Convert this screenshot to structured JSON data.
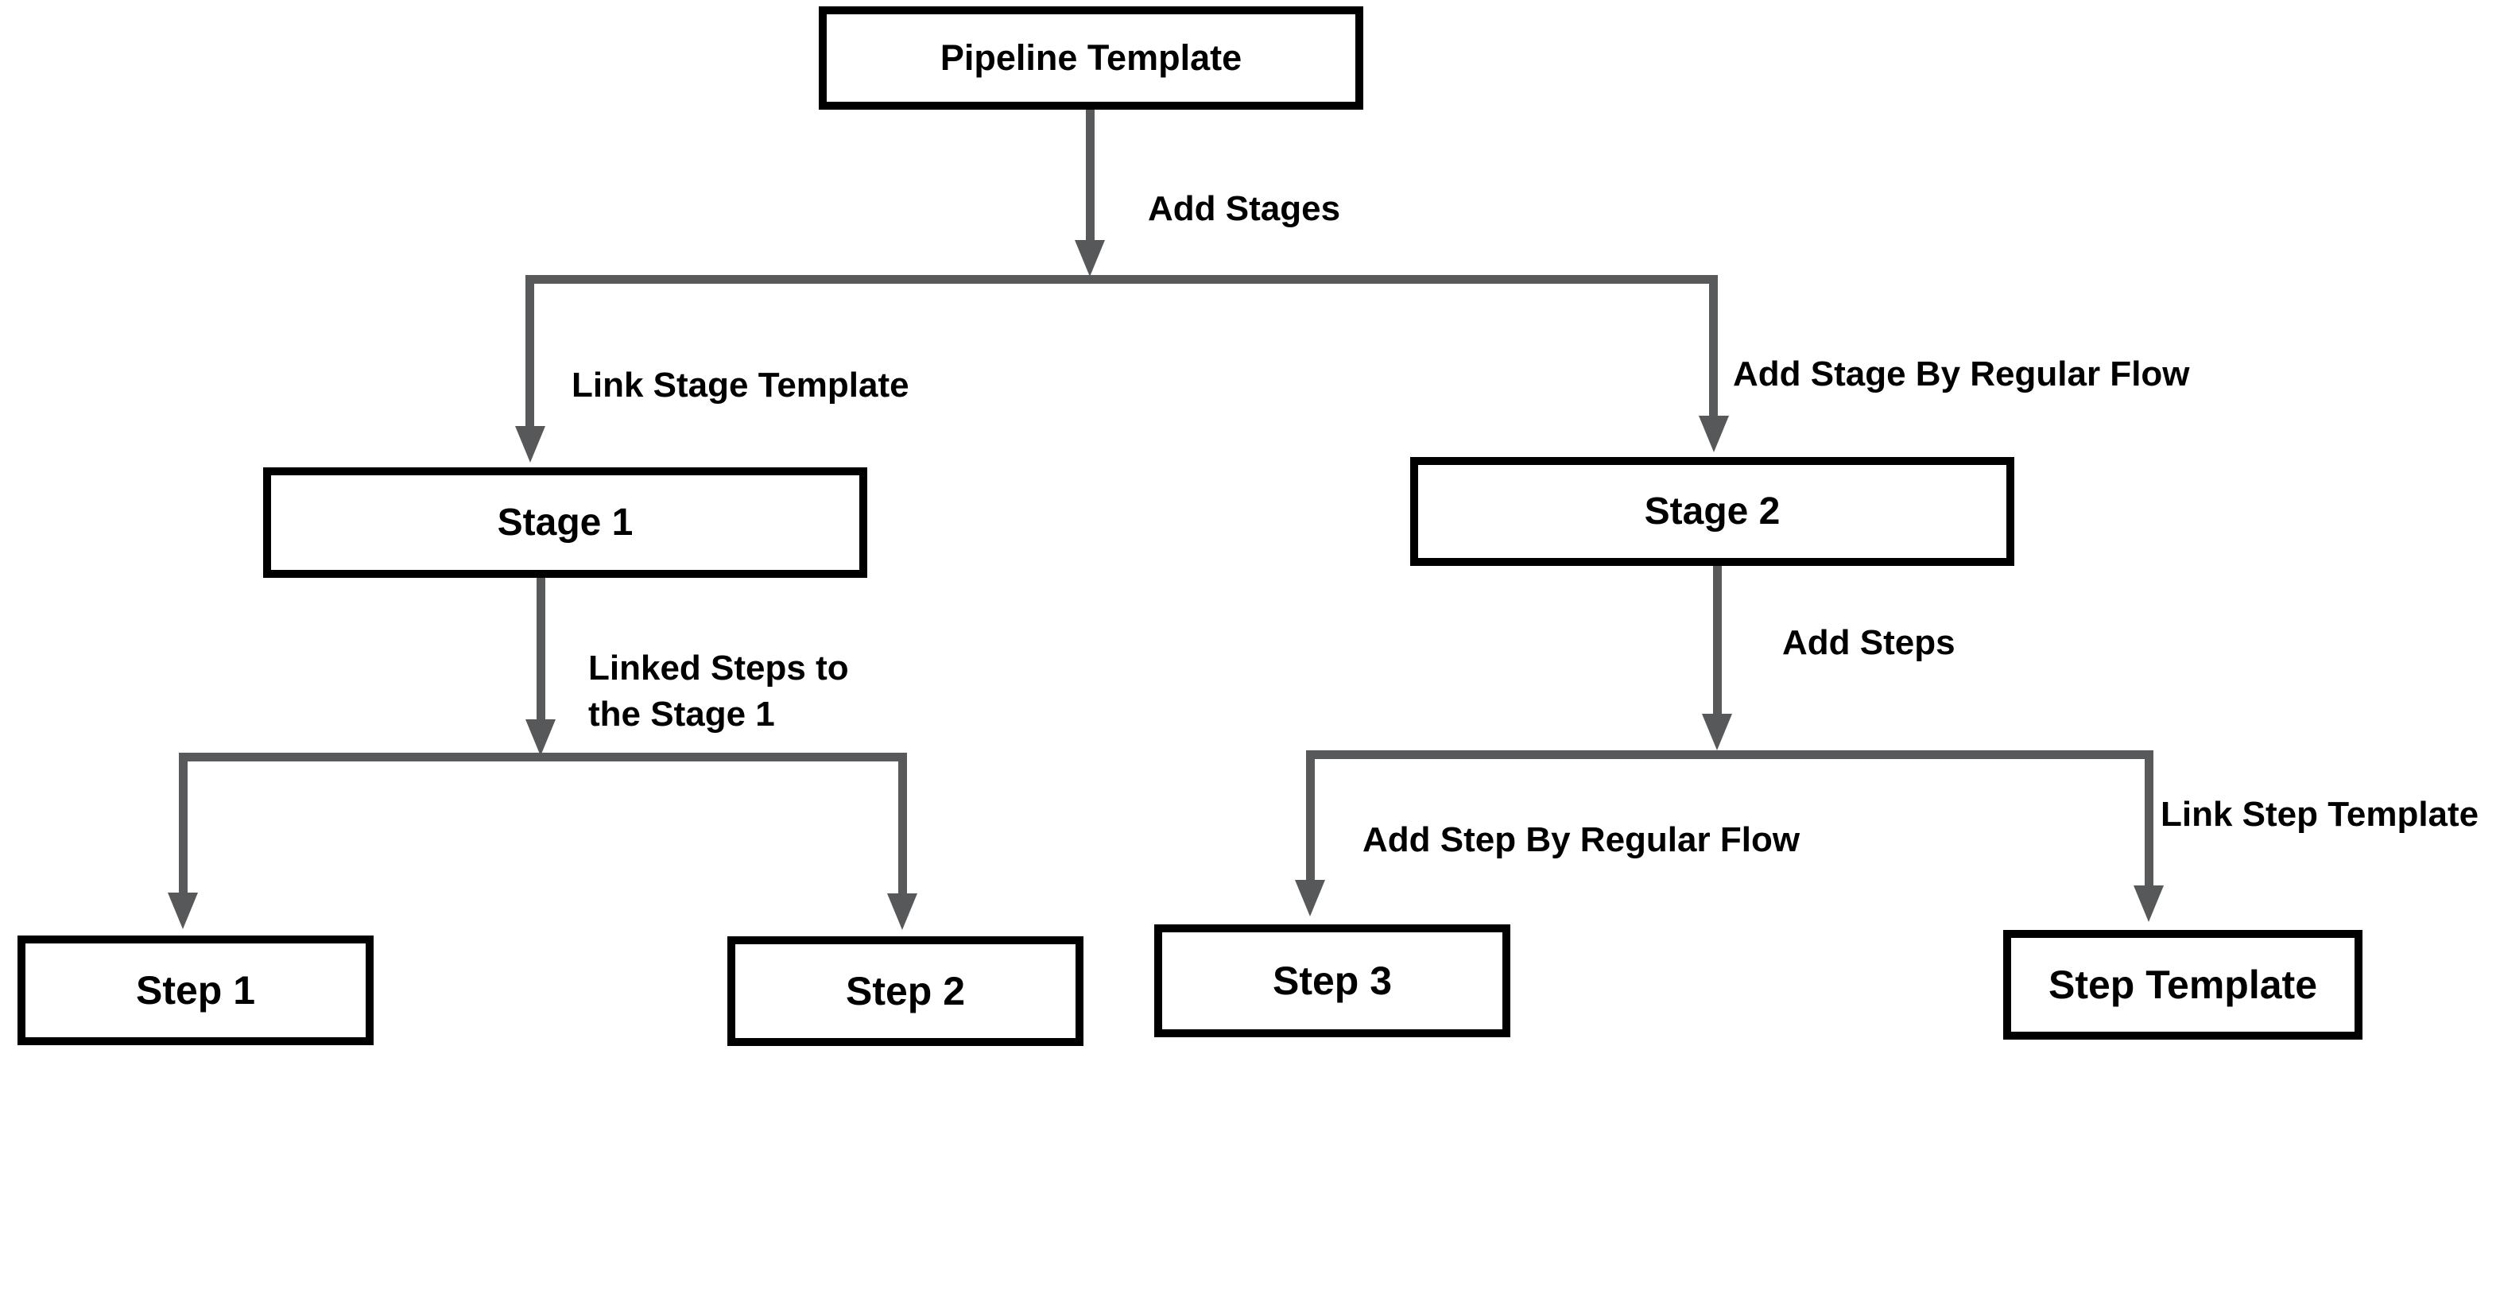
{
  "diagram": {
    "title": "Pipeline Template flow diagram",
    "colors": {
      "background": "#ffffff",
      "node_fill": "#ffffff",
      "node_border": "#000000",
      "connector": "#58595b",
      "text": "#000000"
    },
    "nodes": {
      "pipeline_template": {
        "label": "Pipeline Template"
      },
      "stage_1": {
        "label": "Stage 1"
      },
      "stage_2": {
        "label": "Stage 2"
      },
      "step_1": {
        "label": "Step 1"
      },
      "step_2": {
        "label": "Step 2"
      },
      "step_3": {
        "label": "Step 3"
      },
      "step_template": {
        "label": "Step Template"
      }
    },
    "edge_labels": {
      "add_stages": "Add Stages",
      "link_stage_template": "Link Stage Template",
      "add_stage_by_regular_flow": "Add Stage By Regular Flow",
      "linked_steps_line1": "Linked Steps to",
      "linked_steps_line2": "the Stage 1",
      "add_steps": "Add Steps",
      "add_step_by_regular_flow": "Add Step By Regular Flow",
      "link_step_template": "Link Step Template"
    },
    "edges": [
      {
        "from": "pipeline_template",
        "to": "stage_1",
        "label": "Add Stages + Link Stage Template"
      },
      {
        "from": "pipeline_template",
        "to": "stage_2",
        "label": "Add Stages + Add Stage By Regular Flow"
      },
      {
        "from": "stage_1",
        "to": "step_1",
        "label": "Linked Steps to the Stage 1"
      },
      {
        "from": "stage_1",
        "to": "step_2",
        "label": "Linked Steps to the Stage 1"
      },
      {
        "from": "stage_2",
        "to": "step_3",
        "label": "Add Steps + Add Step By Regular Flow"
      },
      {
        "from": "stage_2",
        "to": "step_template",
        "label": "Add Steps + Link Step Template"
      }
    ]
  }
}
